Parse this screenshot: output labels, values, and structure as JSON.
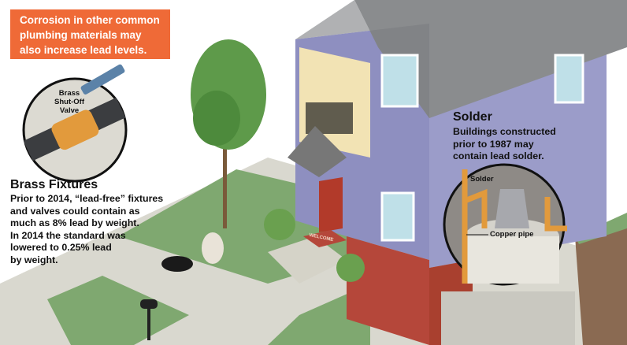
{
  "callout": {
    "lines": [
      "Corrosion in other common",
      "plumbing materials may",
      "also increase lead levels."
    ]
  },
  "brass": {
    "valve_label": [
      "Brass",
      "Shut-Off",
      "Valve"
    ],
    "title": "Brass Fixtures",
    "lines": [
      "Prior to 2014, “lead-free” fixtures",
      "and valves could contain as",
      "much as 8% lead by weight.",
      "In 2014 the standard was",
      "lowered to 0.25% lead",
      "by weight."
    ]
  },
  "solder": {
    "title": "Solder",
    "lines": [
      "Buildings constructed",
      "prior to 1987 may",
      "contain lead solder."
    ],
    "label_solder": "Solder",
    "label_copper": "Copper pipe"
  },
  "doormat": "WELCOME",
  "colors": {
    "accent": "#ef6a37",
    "siding": "#8e8fc0",
    "roof": "#8a8c8e",
    "lawn": "#7fa870",
    "brick": "#b5473a",
    "copper": "#e29a3c"
  }
}
